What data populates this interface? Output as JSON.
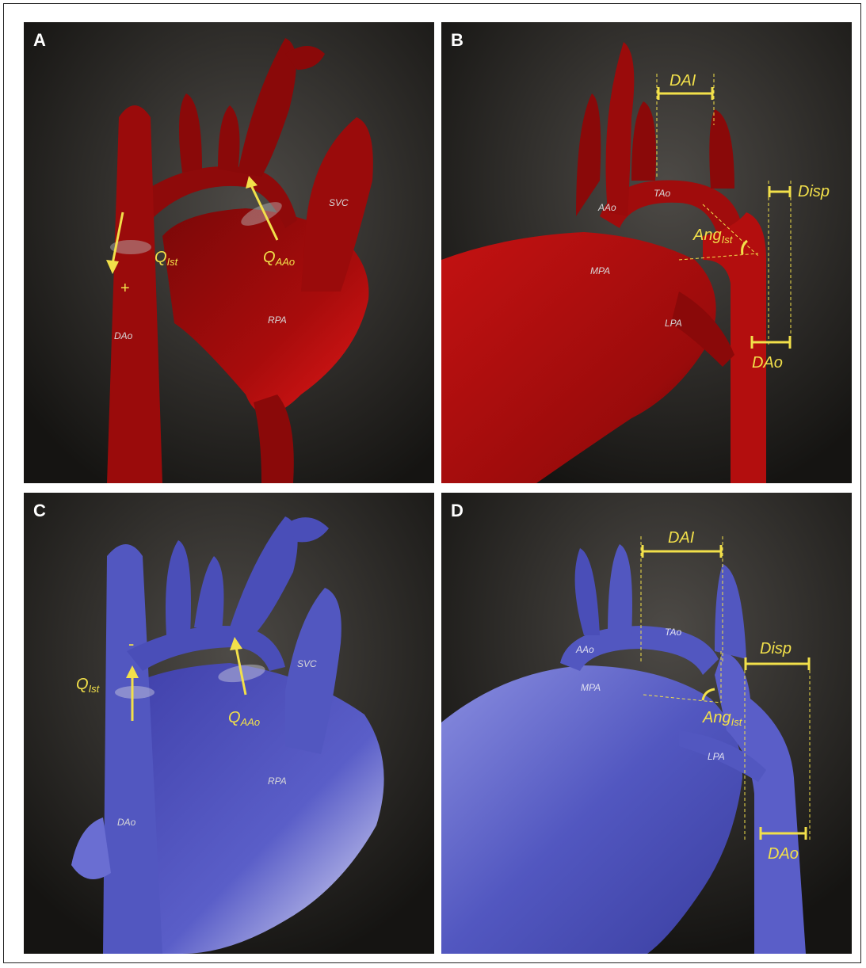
{
  "panels": [
    {
      "letter": "A"
    },
    {
      "letter": "B"
    },
    {
      "letter": "C"
    },
    {
      "letter": "D"
    }
  ],
  "labels": {
    "A": {
      "q_ist": "Q",
      "q_ist_sub": "Ist",
      "q_aao": "Q",
      "q_aao_sub": "AAo",
      "plus": "+",
      "svc": "SVC",
      "rpa": "RPA",
      "dao": "DAo"
    },
    "B": {
      "dai": "DAI",
      "disp": "Disp",
      "ang": "Ang",
      "ang_sub": "Ist",
      "aao": "AAo",
      "tao": "TAo",
      "mpa": "MPA",
      "lpa": "LPA",
      "dao": "DAo"
    },
    "C": {
      "q_ist": "Q",
      "q_ist_sub": "Ist",
      "q_aao": "Q",
      "q_aao_sub": "AAo",
      "minus": "-",
      "svc": "SVC",
      "rpa": "RPA",
      "dao": "DAo"
    },
    "D": {
      "dai": "DAI",
      "disp": "Disp",
      "ang": "Ang",
      "ang_sub": "Ist",
      "aao": "AAo",
      "tao": "TAo",
      "mpa": "MPA",
      "lpa": "LPA",
      "dao": "DAo"
    }
  },
  "colors": {
    "background_dark": "#1c1a18",
    "background_light": "#4a4743",
    "red_model": "#c01010",
    "blue_model": "#5a5ec8",
    "annotation_yellow": "#f2e04a",
    "anatomy_label": "#d8d8d8"
  }
}
